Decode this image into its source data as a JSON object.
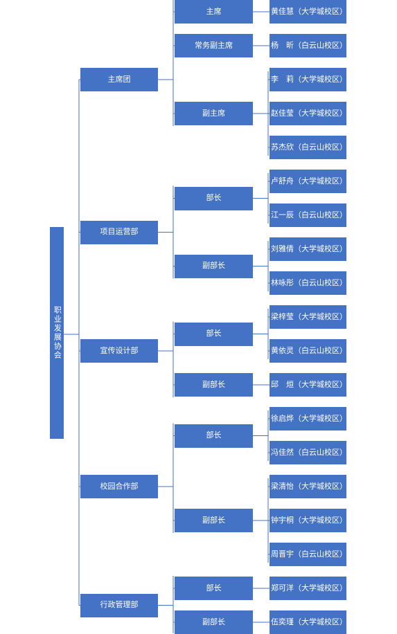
{
  "root": "职业发展协会",
  "departments": [
    {
      "name": "主席团",
      "roles": [
        {
          "title": "主席",
          "members": [
            "黄佳慧（大学城校区）"
          ]
        },
        {
          "title": "常务副主席",
          "members": [
            "杨　昕（白云山校区）"
          ]
        },
        {
          "title": "副主席",
          "members": [
            "李　莉（大学城校区）",
            "赵佳莹（大学城校区）",
            "苏杰欣（白云山校区）"
          ]
        }
      ]
    },
    {
      "name": "项目运营部",
      "roles": [
        {
          "title": "部长",
          "members": [
            "卢舒舟（大学城校区）",
            "江一辰（白云山校区）"
          ]
        },
        {
          "title": "副部长",
          "members": [
            "刘雅倩（大学城校区）",
            "林咏彤（白云山校区）"
          ]
        }
      ]
    },
    {
      "name": "宣传设计部",
      "roles": [
        {
          "title": "部长",
          "members": [
            "梁梓莹（大学城校区）",
            "黄依灵（白云山校区）"
          ]
        },
        {
          "title": "副部长",
          "members": [
            "邱　烜（大学城校区）"
          ]
        }
      ]
    },
    {
      "name": "校园合作部",
      "roles": [
        {
          "title": "部长",
          "members": [
            "徐启烨（大学城校区）",
            "冯佳然（白云山校区）"
          ]
        },
        {
          "title": "副部长",
          "members": [
            "梁清怡（大学城校区）",
            "钟宇桐（大学城校区）",
            "周晋宇（白云山校区）"
          ]
        }
      ]
    },
    {
      "name": "行政管理部",
      "roles": [
        {
          "title": "部长",
          "members": [
            "郑可洋（大学城校区）"
          ]
        },
        {
          "title": "副部长",
          "members": [
            "伍奕瑾（大学城校区）"
          ]
        }
      ]
    }
  ]
}
